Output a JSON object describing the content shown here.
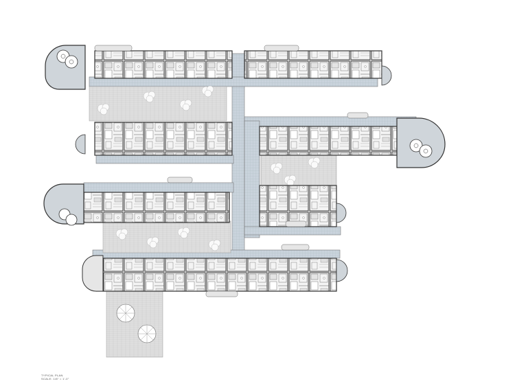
{
  "drawing": {
    "caption_line1": "TYPICAL PLAN",
    "caption_line2": "SCALE: 1/8\" = 1'-0\""
  },
  "colors": {
    "background": "#ffffff",
    "corridor": "#c9d3dc",
    "corridor_grid": "#a9b6c2",
    "unit_wall": "#3a3a3a",
    "unit_fill": "#f4f4f4",
    "courtyard": "#dedede",
    "courtyard_tile": "#c8c8c8",
    "tree_canopy": "#fafafa",
    "bay_fill": "#cfd5da"
  },
  "elements": {
    "wings": [
      "north-wing-west",
      "north-wing-east",
      "upper-west-wing",
      "middle-east-wing",
      "inner-east-wing",
      "lower-west-wing",
      "south-wing"
    ],
    "round_bays": [
      "nw-corner-bay",
      "west-mid-bay",
      "east-corner-bay",
      "sw-corner-bay"
    ],
    "courtyards": [
      "north-courtyard",
      "east-courtyard",
      "west-courtyard",
      "south-garden"
    ],
    "icons": [
      "umbrella-icon",
      "spiral-stair-icon",
      "tree-canopy-icon"
    ]
  }
}
